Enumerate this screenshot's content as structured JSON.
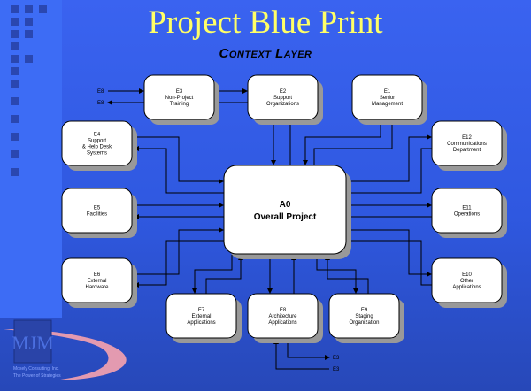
{
  "title": "Project Blue Print",
  "subtitle": "Context Layer",
  "center": {
    "id": "A0",
    "label": "Overall Project"
  },
  "entities": [
    {
      "key": "e3",
      "lines": [
        "E3",
        "Non-Project",
        "Training"
      ]
    },
    {
      "key": "e2",
      "lines": [
        "E2",
        "Support",
        "Organizations"
      ]
    },
    {
      "key": "e1",
      "lines": [
        "E1",
        "Senior",
        "Management"
      ]
    },
    {
      "key": "e4",
      "lines": [
        "E4",
        "Support",
        "& Help Desk",
        "Systems"
      ]
    },
    {
      "key": "e12",
      "lines": [
        "E12",
        "Communications",
        "Department"
      ]
    },
    {
      "key": "e5",
      "lines": [
        "E5",
        "Facilities"
      ]
    },
    {
      "key": "e11",
      "lines": [
        "E11",
        "Operations"
      ]
    },
    {
      "key": "e6",
      "lines": [
        "E6",
        "External",
        "Hardware"
      ]
    },
    {
      "key": "e10",
      "lines": [
        "E10",
        "Other",
        "Applications"
      ]
    },
    {
      "key": "e7",
      "lines": [
        "E7",
        "External",
        "Applications"
      ]
    },
    {
      "key": "e8",
      "lines": [
        "E8",
        "Architecture",
        "Applications"
      ]
    },
    {
      "key": "e9",
      "lines": [
        "E9",
        "Staging",
        "Organization"
      ]
    }
  ],
  "external_refs": [
    "E8",
    "E8",
    "E3",
    "E3"
  ],
  "logo": {
    "mark": "MJM",
    "line1": "Mosely Consulting, Inc.",
    "line2": "The Power of Strategies"
  }
}
